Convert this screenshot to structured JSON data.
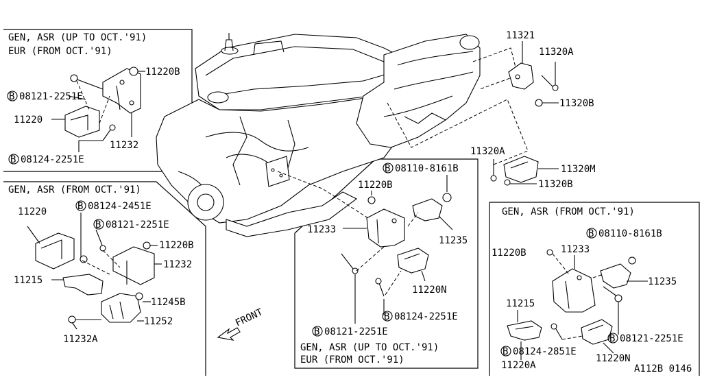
{
  "boxes": {
    "top_left": {
      "line1": "GEN, ASR (UP TO OCT.'91)",
      "line2": "EUR (FROM OCT.'91)"
    },
    "mid_left": {
      "line1": "GEN, ASR (FROM OCT.'91)"
    },
    "center": {
      "line1": "GEN, ASR (UP TO OCT.'91)",
      "line2": "EUR (FROM OCT.'91)"
    },
    "right": {
      "line1": "GEN, ASR (FROM OCT.'91)"
    }
  },
  "bolt_marker": "B",
  "parts": {
    "tl_11220B": "11220B",
    "tl_08121": "08121-2251E",
    "tl_11220": "11220",
    "tl_11232": "11232",
    "tl_08124": "08124-2251E",
    "ml_11220": "11220",
    "ml_08124": "08124-2451E",
    "ml_08121": "08121-2251E",
    "ml_11220B": "11220B",
    "ml_11232": "11232",
    "ml_11215": "11215",
    "ml_11245B": "11245B",
    "ml_11252": "11252",
    "ml_11232A": "11232A",
    "c_08110": "08110-8161B",
    "c_11220B": "11220B",
    "c_11233": "11233",
    "c_11235": "11235",
    "c_11220N": "11220N",
    "c_08121": "08121-2251E",
    "c_08124": "08124-2251E",
    "tr_11321": "11321",
    "tr_11320A_top": "11320A",
    "tr_11320B_top": "11320B",
    "tr_11320A_mid": "11320A",
    "tr_11320M": "11320M",
    "tr_11320B_mid": "11320B",
    "r_08110": "08110-8161B",
    "r_11220B": "11220B",
    "r_11233": "11233",
    "r_11235": "11235",
    "r_11215": "11215",
    "r_08121": "08121-2251E",
    "r_08124": "08124-2851E",
    "r_11220N": "11220N",
    "r_11220A": "11220A"
  },
  "front_label": "FRONT",
  "figure_code": "A112B 0146"
}
